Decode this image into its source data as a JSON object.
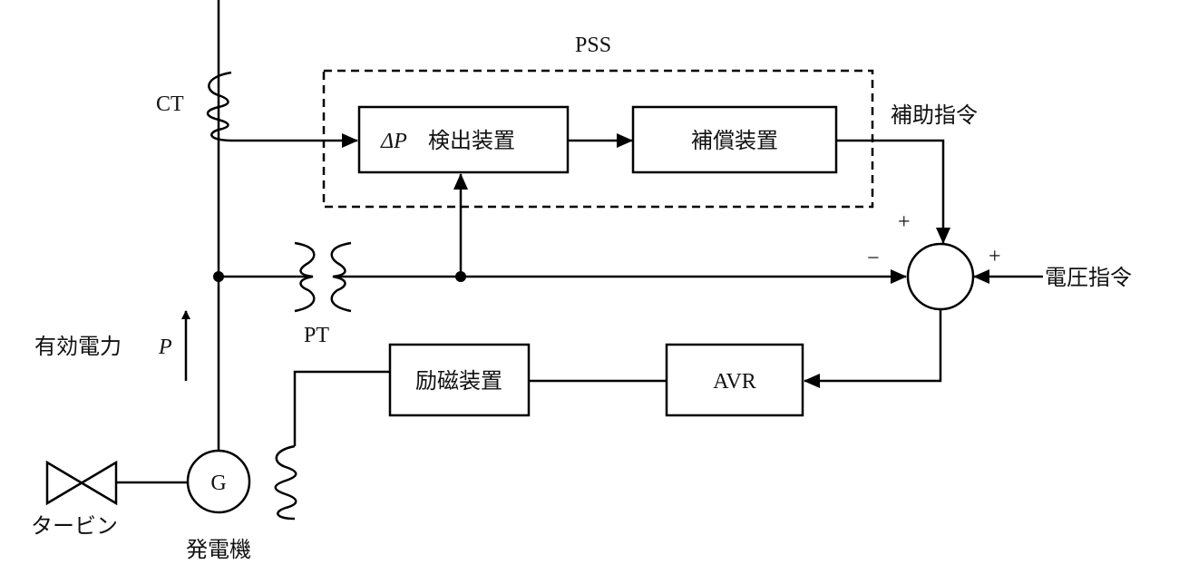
{
  "labels": {
    "pss": "PSS",
    "ct": "CT",
    "pt": "PT",
    "delta_p": "ΔP",
    "detector": "検出装置",
    "compensator": "補償装置",
    "aux_command": "補助指令",
    "voltage_command": "電圧指令",
    "avr": "AVR",
    "exciter": "励磁装置",
    "active_power": "有効電力",
    "p_symbol": "P",
    "generator_symbol": "G",
    "generator": "発電機",
    "turbine": "タービン",
    "plus_top": "+",
    "minus_left": "−",
    "plus_right": "+"
  }
}
